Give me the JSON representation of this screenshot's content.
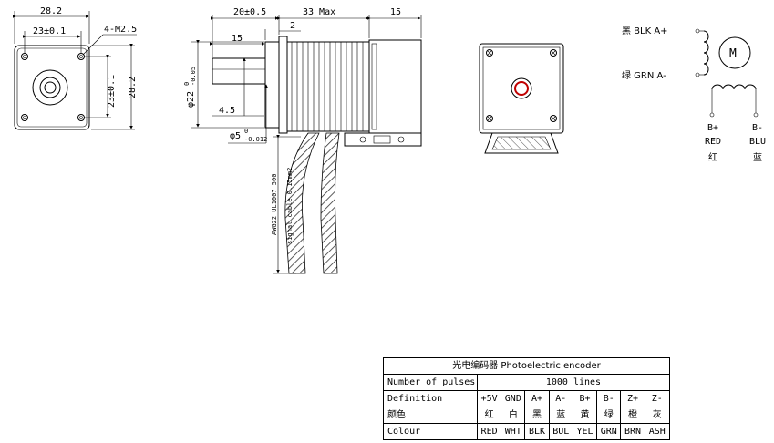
{
  "front_view": {
    "width": "28.2",
    "height": "28.2",
    "hole_spacing_h": "23±0.1",
    "hole_spacing_v": "23±0.1",
    "hole_spec": "4-M2.5"
  },
  "side_view": {
    "flange": "20±0.5",
    "body": "33 Max",
    "encoder": "15",
    "shaft_length": "15",
    "flange_step": "2",
    "boss_length": "4.5",
    "boss_diameter": "φ22",
    "boss_tolerance_upper": "0",
    "boss_tolerance_lower": "-0.05",
    "shaft_diameter": "φ5",
    "shaft_tolerance_upper": "0",
    "shaft_tolerance_lower": "-0.012",
    "cable_label_1": "AWG22 UL1007 500",
    "cable_label_2": "signal cable 0.15mm2"
  },
  "wiring": {
    "a_plus": "黑 BLK A+",
    "a_minus": "绿 GRN A-",
    "motor_symbol": "M",
    "b_plus": "B+",
    "b_plus_color_en": "RED",
    "b_plus_color_cn": "红",
    "b_minus": "B-",
    "b_minus_color_en": "BLU",
    "b_minus_color_cn": "蓝"
  },
  "encoder_table": {
    "title": "光电编码器 Photoelectric encoder",
    "pulses_label": "Number of pulses",
    "pulses_value": "1000 lines",
    "definition_label": "Definition",
    "definitions": [
      "+5V",
      "GND",
      "A+",
      "A-",
      "B+",
      "B-",
      "Z+",
      "Z-"
    ],
    "color_cn_label": "颜色",
    "colors_cn": [
      "红",
      "白",
      "黑",
      "蓝",
      "黄",
      "绿",
      "橙",
      "灰"
    ],
    "colour_label": "Colour",
    "colors_en": [
      "RED",
      "WHT",
      "BLK",
      "BUL",
      "YEL",
      "GRN",
      "BRN",
      "ASH"
    ]
  }
}
